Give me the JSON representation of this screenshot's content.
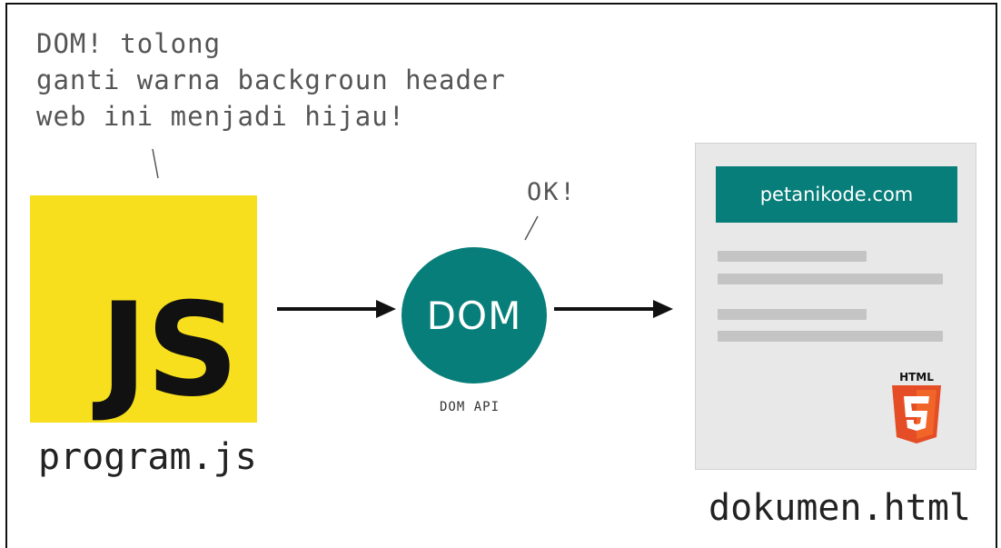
{
  "speech_js": "DOM! tolong\nganti warna backgroun header\nweb ini menjadi hijau!",
  "speech_dom": "OK!",
  "js_logo": "JS",
  "program_label": "program.js",
  "dom_circle_label": "DOM",
  "dom_api_label": "DOM API",
  "doc_header_text": "petanikode.com",
  "html5_label": "HTML",
  "document_label": "dokumen.html",
  "colors": {
    "js_yellow": "#f7df1e",
    "dom_teal": "#077e79",
    "html5_orange": "#e44d26"
  }
}
